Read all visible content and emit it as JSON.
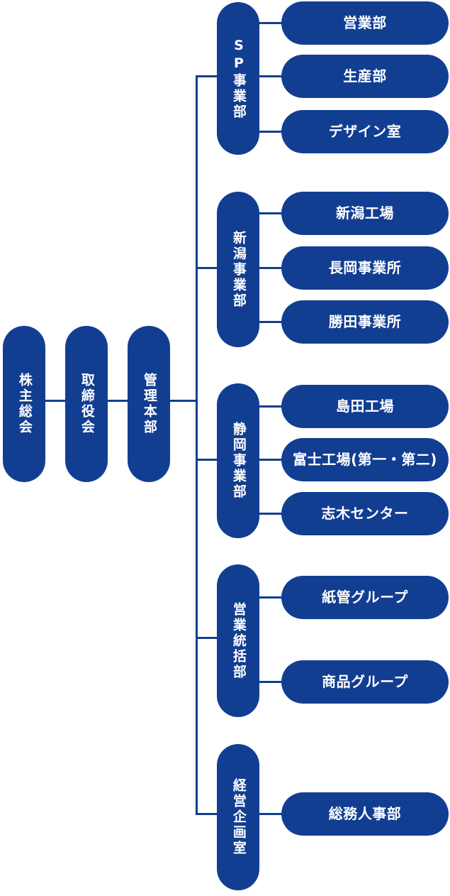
{
  "colors": {
    "primary": "#123e92",
    "background": "#ffffff",
    "text_on_primary": "#ffffff"
  },
  "org": {
    "type": "organization-chart",
    "left": [
      {
        "label": "株主総会"
      },
      {
        "label": "取締役会"
      },
      {
        "label": "管理本部"
      }
    ],
    "divisions": [
      {
        "label": "SP事業部",
        "children": [
          {
            "label": "営業部"
          },
          {
            "label": "生産部"
          },
          {
            "label": "デザイン室"
          }
        ]
      },
      {
        "label": "新潟事業部",
        "children": [
          {
            "label": "新潟工場"
          },
          {
            "label": "長岡事業所"
          },
          {
            "label": "勝田事業所"
          }
        ]
      },
      {
        "label": "静岡事業部",
        "children": [
          {
            "label": "島田工場"
          },
          {
            "label": "富士工場(第一・第二)"
          },
          {
            "label": "志木センター"
          }
        ]
      },
      {
        "label": "営業統括部",
        "children": [
          {
            "label": "紙管グループ"
          },
          {
            "label": "商品グループ"
          }
        ]
      },
      {
        "label": "経営企画室",
        "children": [
          {
            "label": "総務人事部"
          }
        ]
      }
    ]
  }
}
